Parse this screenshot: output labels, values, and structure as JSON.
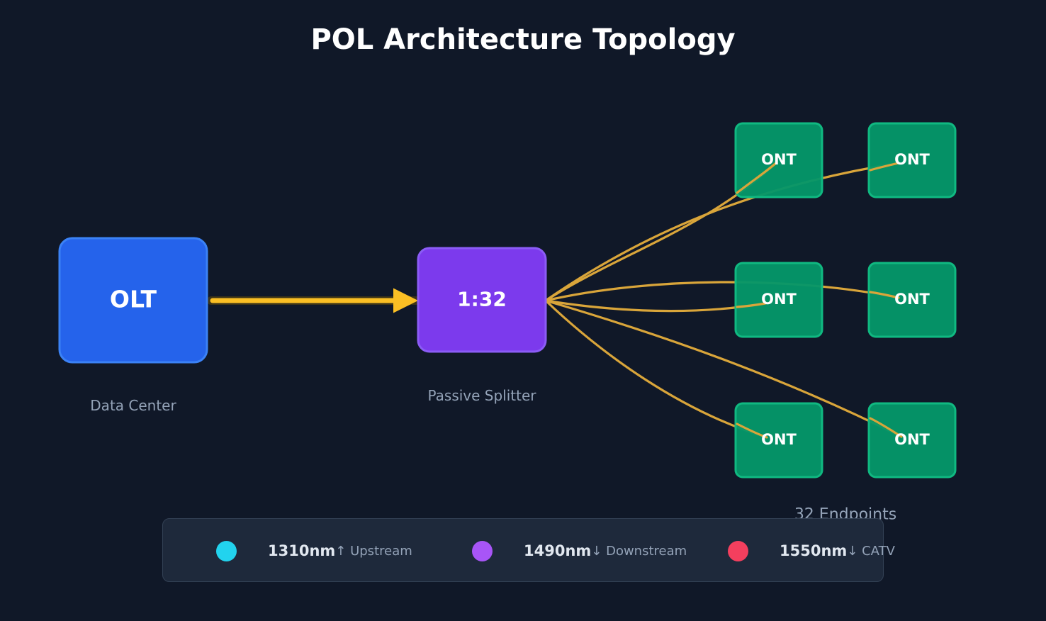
{
  "title": "POL Architecture Topology",
  "olt": {
    "label": "OLT",
    "caption": "Data Center",
    "color": "#2563eb"
  },
  "splitter": {
    "label": "1:32",
    "caption": "Passive Splitter",
    "color": "#7c3aed"
  },
  "onts": {
    "items": [
      "ONT",
      "ONT",
      "ONT",
      "ONT",
      "ONT",
      "ONT"
    ],
    "caption": "32 Endpoints",
    "color": "#059669"
  },
  "fiber_color": "#fbbf24",
  "legend": [
    {
      "wavelength": "1310nm",
      "direction": "↑ Upstream",
      "color": "#22d3ee"
    },
    {
      "wavelength": "1490nm",
      "direction": "↓ Downstream",
      "color": "#a855f7"
    },
    {
      "wavelength": "1550nm",
      "direction": "↓ CATV",
      "color": "#f43f5e"
    }
  ]
}
